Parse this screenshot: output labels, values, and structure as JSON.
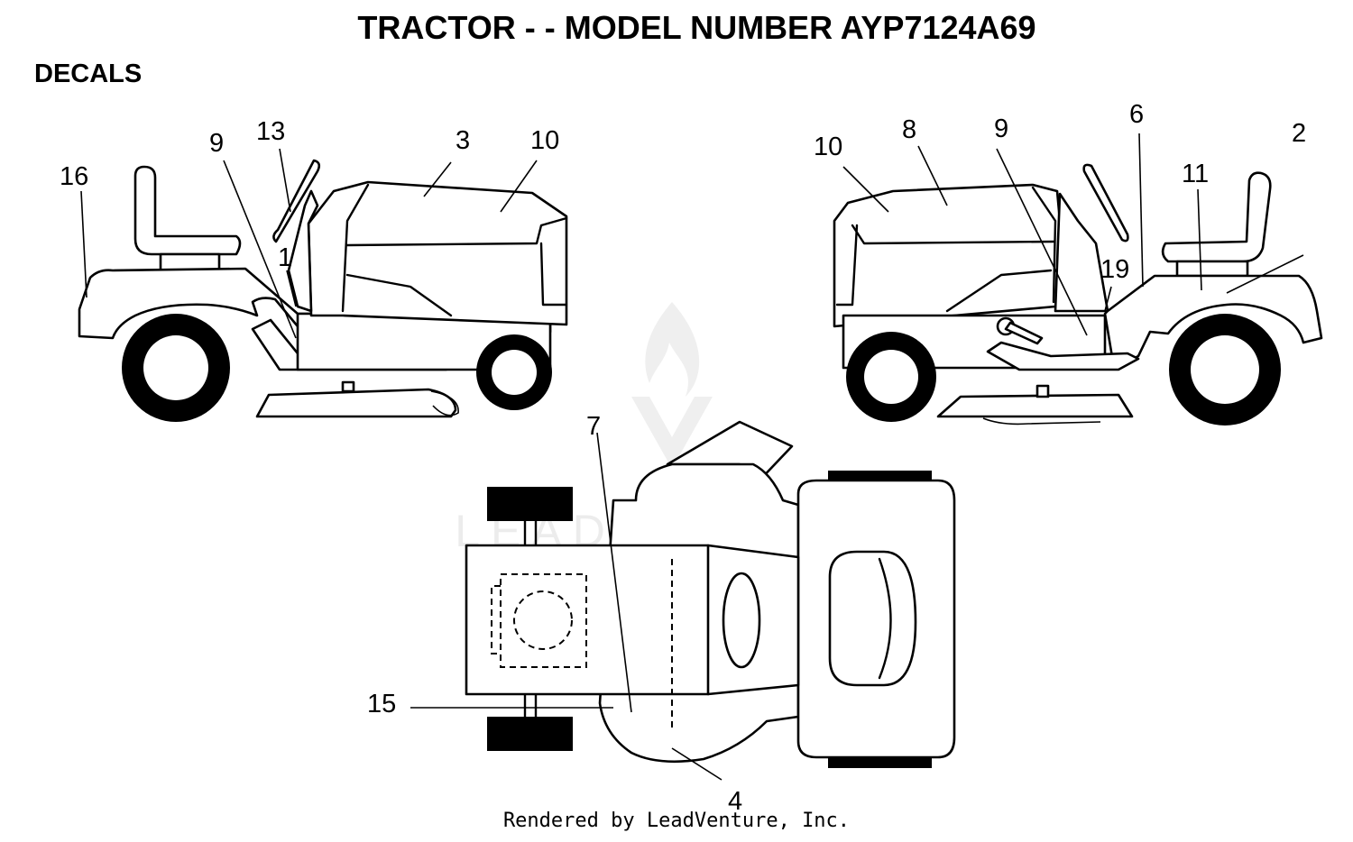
{
  "header": {
    "title": "TRACTOR - - MODEL NUMBER AYP7124A69",
    "section": "DECALS"
  },
  "watermark": {
    "text": "LEADVENTURE"
  },
  "footer": {
    "text": "Rendered by LeadVenture, Inc."
  },
  "callouts": {
    "left_view": [
      "16",
      "9",
      "13",
      "1",
      "3",
      "10"
    ],
    "right_view": [
      "10",
      "8",
      "9",
      "6",
      "2",
      "11",
      "19"
    ],
    "top_view": [
      "7",
      "15",
      "4"
    ]
  }
}
